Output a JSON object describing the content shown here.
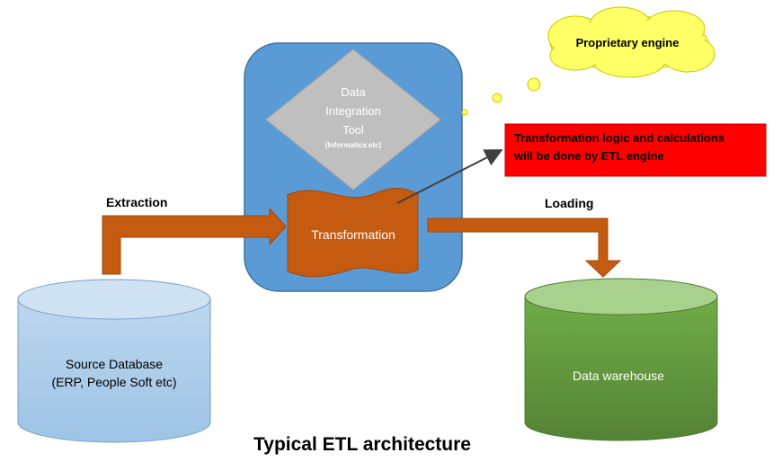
{
  "tool": {
    "line1": "Data",
    "line2": "Integration",
    "line3": "Tool",
    "sub": "(Informatica etc)"
  },
  "transformation": {
    "label": "Transformation"
  },
  "extraction": {
    "label": "Extraction"
  },
  "loading": {
    "label": "Loading"
  },
  "source": {
    "line1": "Source Database",
    "line2": "(ERP, People Soft etc)"
  },
  "warehouse": {
    "label": "Data warehouse"
  },
  "engine_cloud": {
    "label": "Proprietary engine"
  },
  "callout": {
    "line1": "Transformation logic and calculations",
    "line2": "will be done by ETL engine"
  },
  "title": "Typical ETL architecture",
  "colors": {
    "tool_box": "#5b9bd5",
    "diamond": "#bfbfbf",
    "arrow_orange": "#c55a11",
    "source_cylinder": "#9dc3e6",
    "warehouse_cylinder": "#70ad47",
    "cloud": "#ffff66",
    "callout": "#ff0000"
  }
}
